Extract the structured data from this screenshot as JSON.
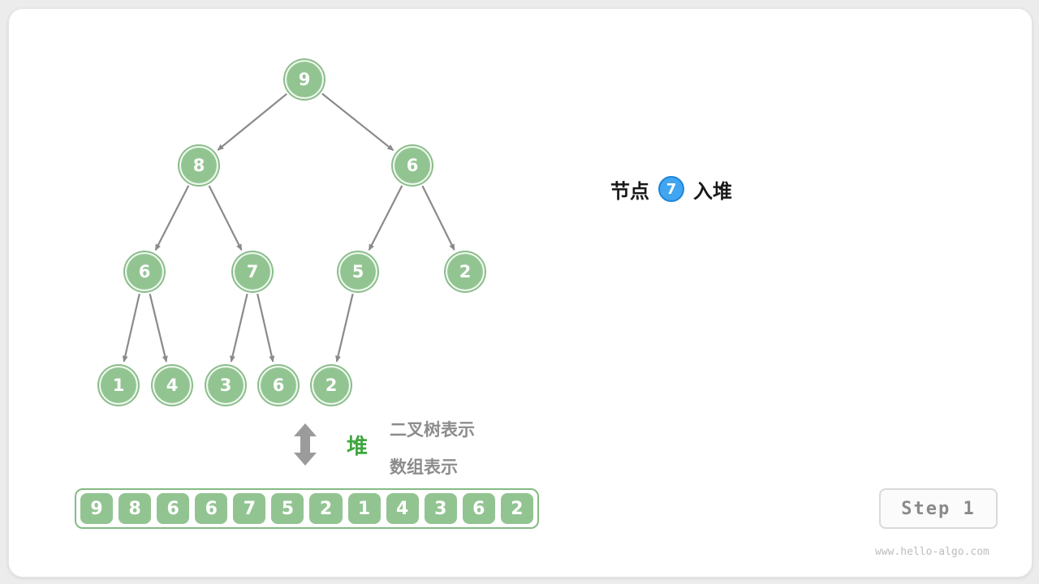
{
  "tree": {
    "nodes": [
      "9",
      "8",
      "6",
      "6",
      "7",
      "5",
      "2",
      "1",
      "4",
      "3",
      "6",
      "2"
    ]
  },
  "annotation": {
    "prefix": "节点",
    "node_value": "7",
    "suffix": "入堆"
  },
  "legend": {
    "heap_label": "堆",
    "tree_repr": "二叉树表示",
    "array_repr": "数组表示"
  },
  "array": {
    "values": [
      "9",
      "8",
      "6",
      "6",
      "7",
      "5",
      "2",
      "1",
      "4",
      "3",
      "6",
      "2"
    ]
  },
  "step": {
    "label": "Step 1"
  },
  "watermark": "www.hello-algo.com",
  "colors": {
    "node_green": "#92c492",
    "node_ring_green": "#8abd8a",
    "edge_gray": "#8a8a8a",
    "accent_blue": "#41a5f1",
    "label_green": "#3fa63f",
    "muted_text_gray": "#8c8c8c"
  }
}
